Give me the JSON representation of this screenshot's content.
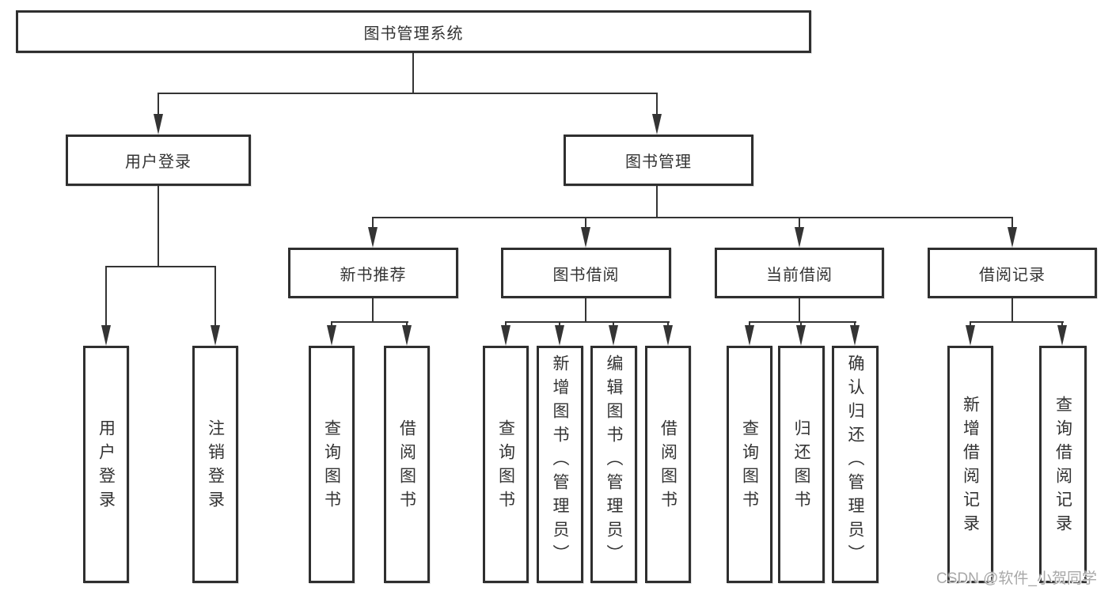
{
  "diagram": {
    "tree": {
      "label": "图书管理系统",
      "children": [
        {
          "label": "用户登录",
          "children": [
            {
              "label": "用户登录"
            },
            {
              "label": "注销登录"
            }
          ]
        },
        {
          "label": "图书管理",
          "children": [
            {
              "label": "新书推荐",
              "children": [
                {
                  "label": "查询图书"
                },
                {
                  "label": "借阅图书"
                }
              ]
            },
            {
              "label": "图书借阅",
              "children": [
                {
                  "label": "查询图书"
                },
                {
                  "label": "新增图书（管理员）"
                },
                {
                  "label": "编辑图书（管理员）"
                },
                {
                  "label": "借阅图书"
                }
              ]
            },
            {
              "label": "当前借阅",
              "children": [
                {
                  "label": "查询图书"
                },
                {
                  "label": "归还图书"
                },
                {
                  "label": "确认归还（管理员）"
                }
              ]
            },
            {
              "label": "借阅记录",
              "children": [
                {
                  "label": "新增借阅记录"
                },
                {
                  "label": "查询借阅记录"
                }
              ]
            }
          ]
        }
      ]
    }
  },
  "watermark": {
    "text": "CSDN @软件_小贺同学"
  },
  "colors": {
    "line": "#343434",
    "border": "#2f2f2f",
    "text": "#333333",
    "watermark": "#a8a8a8",
    "background": "#ffffff"
  }
}
